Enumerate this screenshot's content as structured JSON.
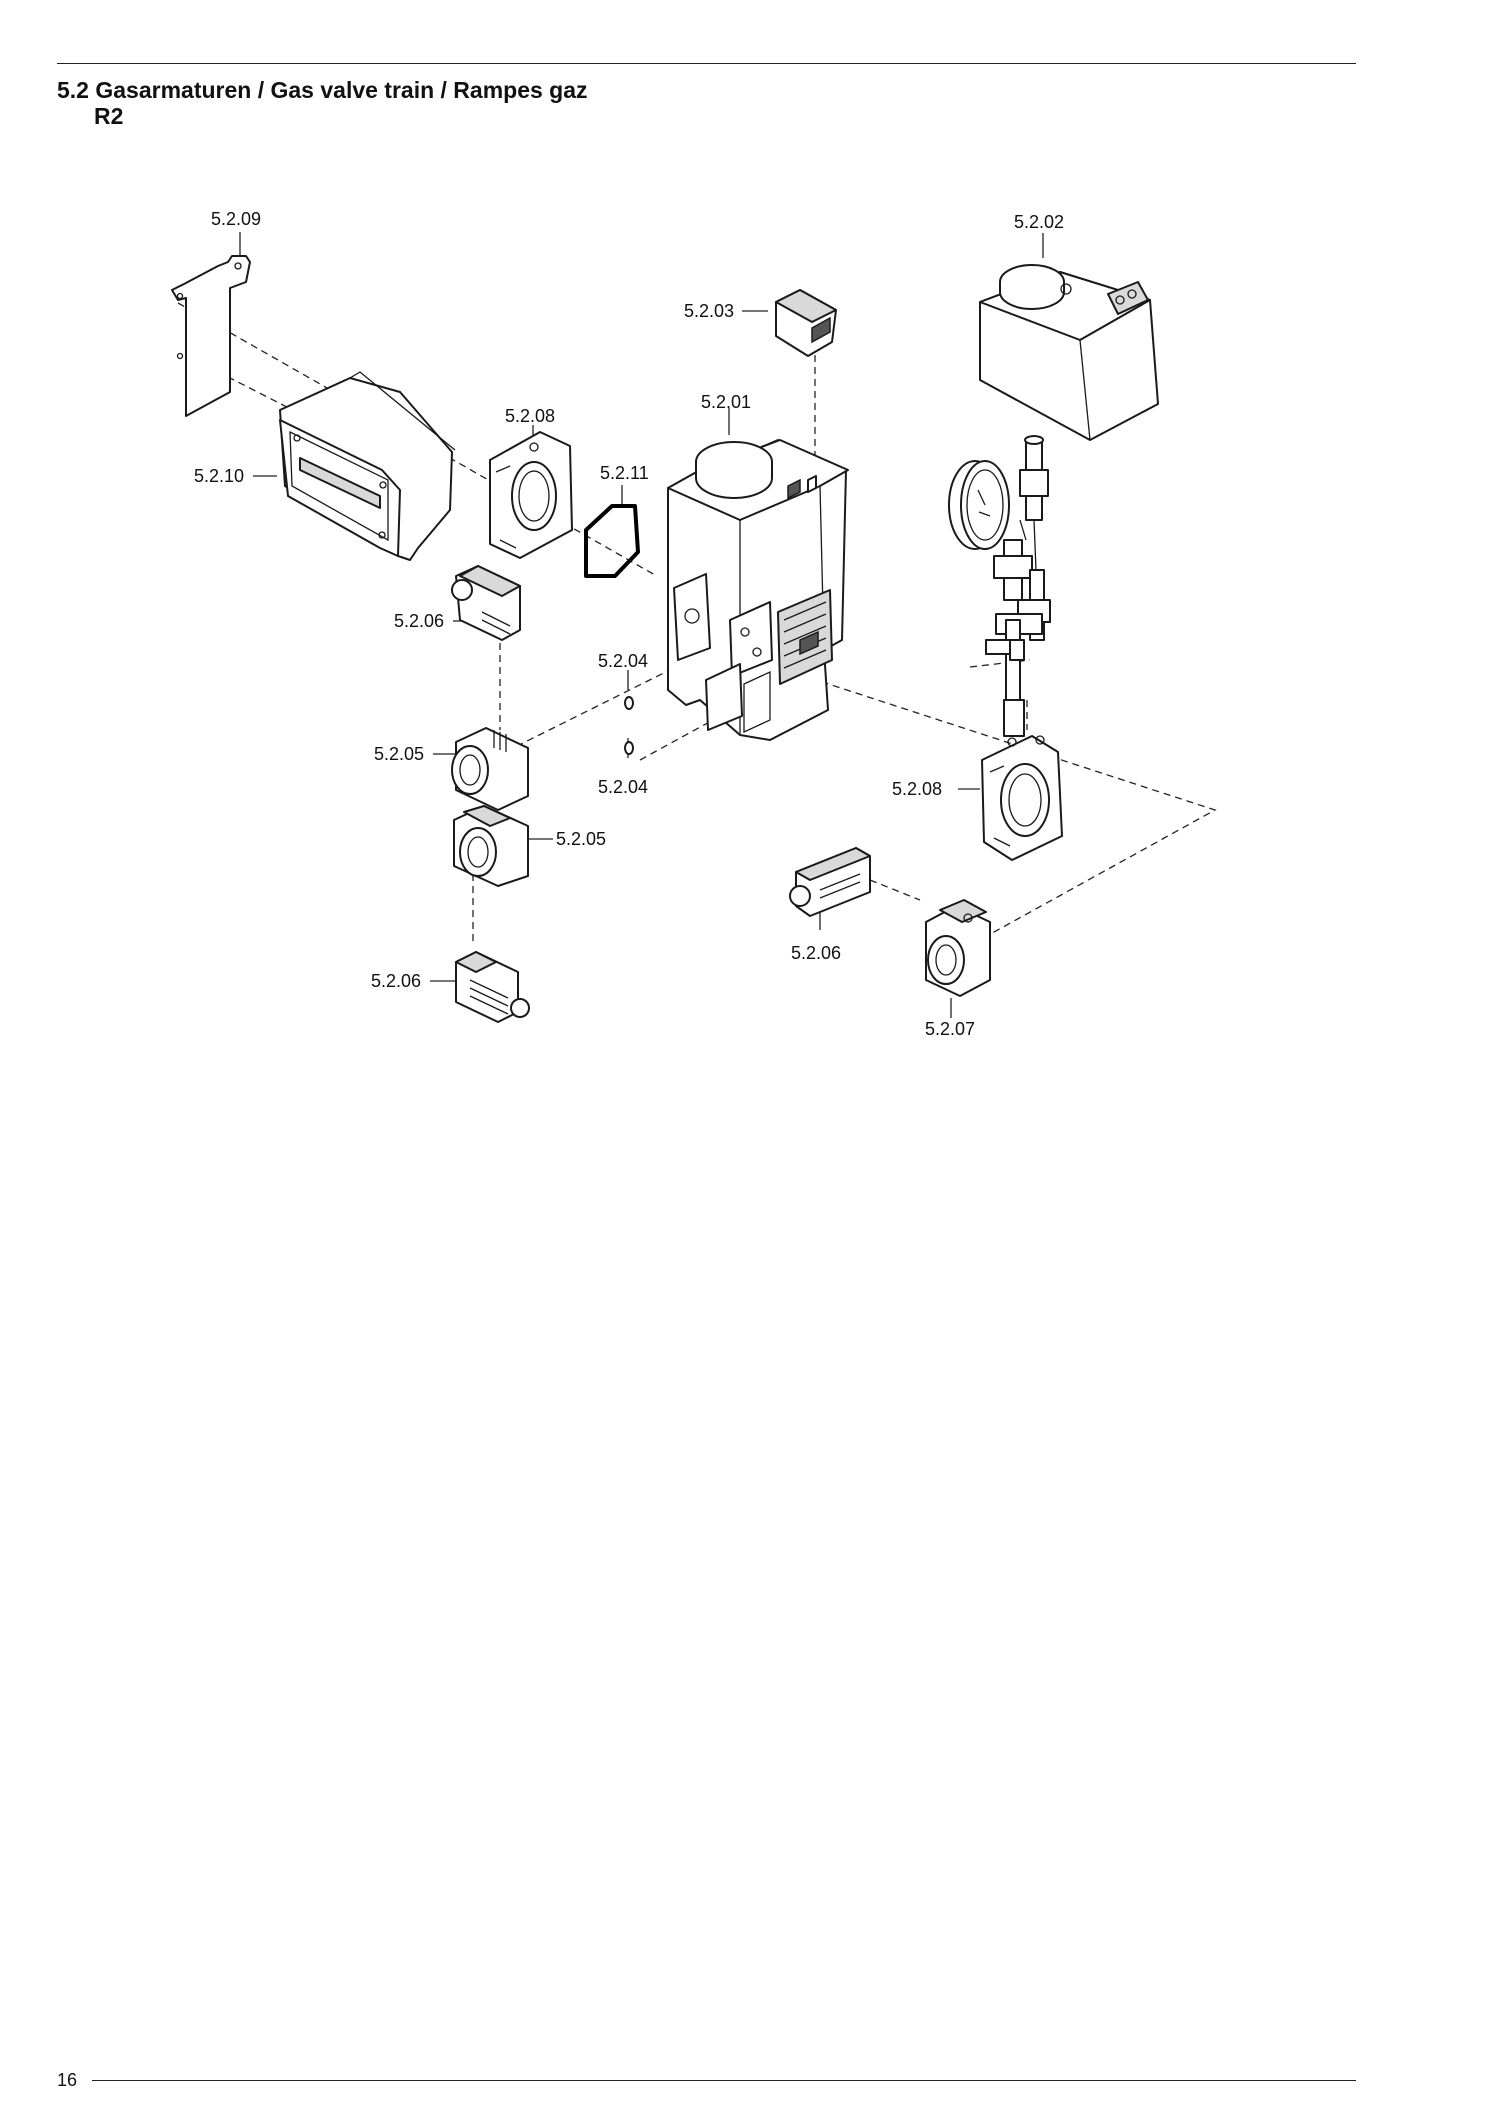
{
  "header": {
    "title": "5.2 Gasarmaturen / Gas valve train / Rampes gaz",
    "subtitle": "R2"
  },
  "footer": {
    "page_number": "16"
  },
  "callouts": {
    "c_5_2_09": "5.2.09",
    "c_5_2_02": "5.2.02",
    "c_5_2_03": "5.2.03",
    "c_5_2_01": "5.2.01",
    "c_5_2_08_left": "5.2.08",
    "c_5_2_11": "5.2.11",
    "c_5_2_10": "5.2.10",
    "c_5_2_06_upper": "5.2.06",
    "c_5_2_04_upper": "5.2.04",
    "c_5_2_05_upper": "5.2.05",
    "c_5_2_04_lower": "5.2.04",
    "c_5_2_08_right": "5.2.08",
    "c_5_2_05_lower": "5.2.05",
    "c_5_2_06_right": "5.2.06",
    "c_5_2_06_lower": "5.2.06",
    "c_5_2_07": "5.2.07"
  }
}
